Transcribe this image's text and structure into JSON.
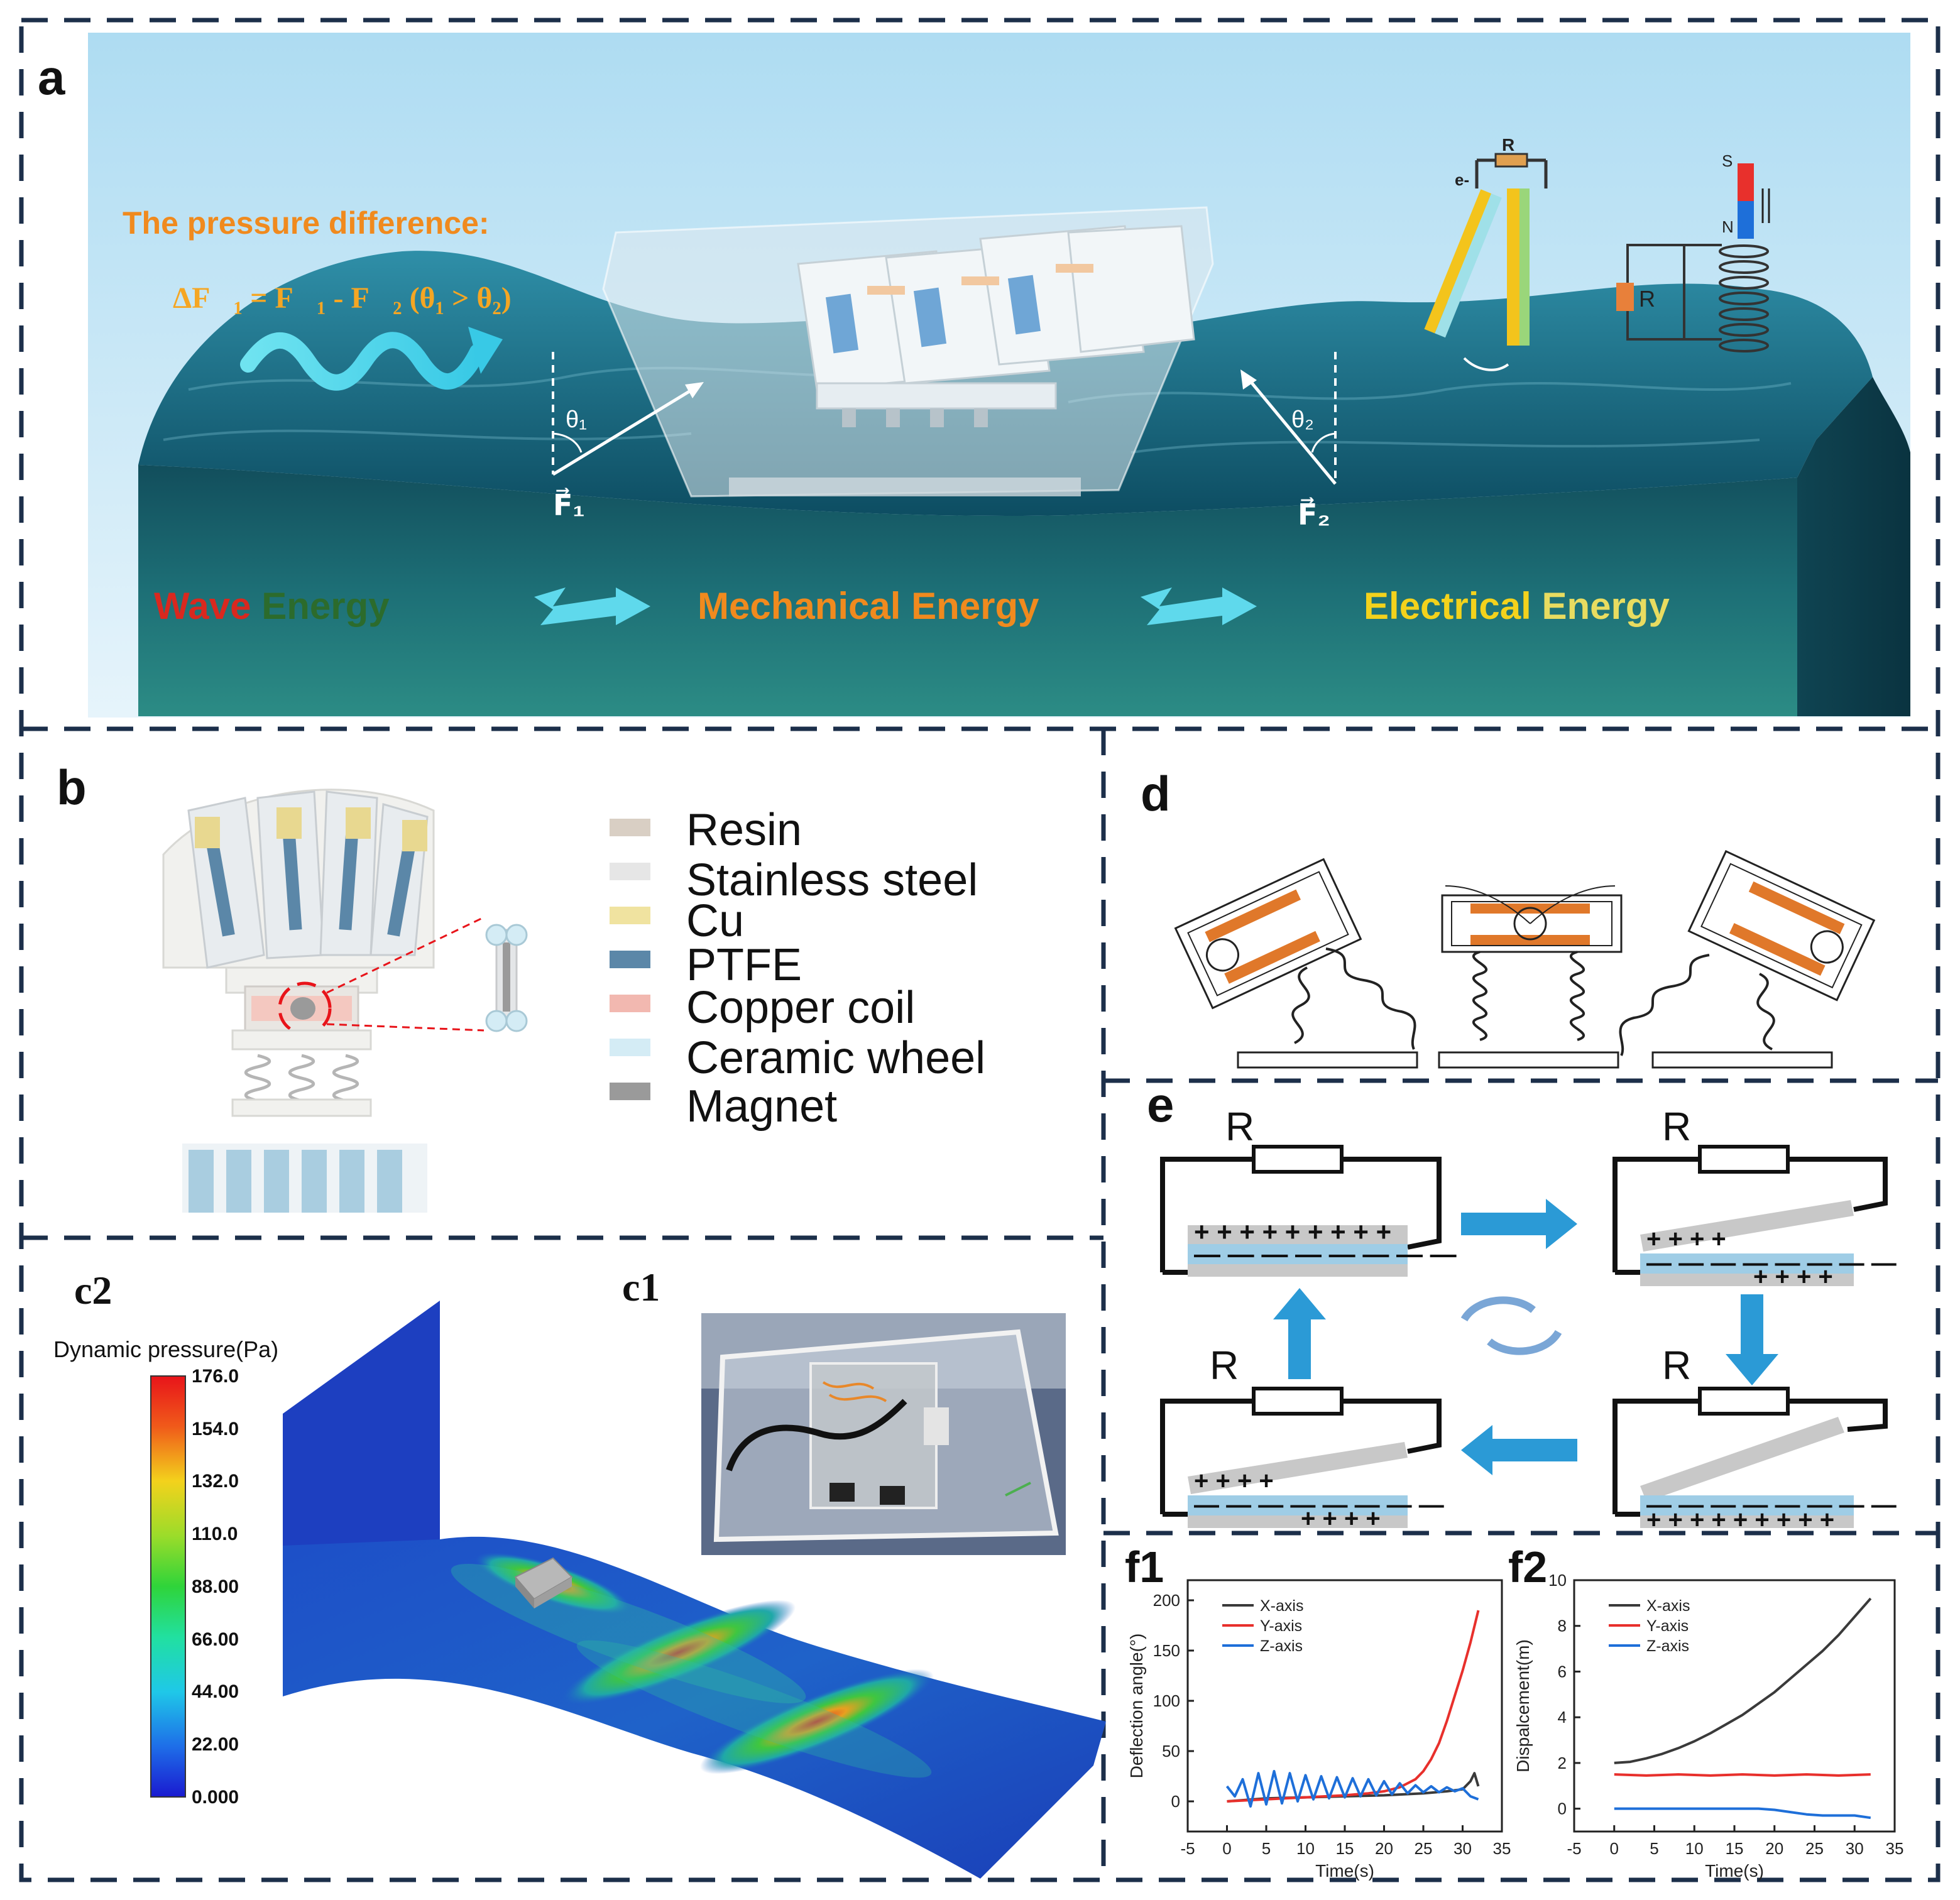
{
  "panel_labels": {
    "a": "a",
    "b": "b",
    "c1": "c1",
    "c2": "c2",
    "d": "d",
    "e": "e",
    "f1": "f1",
    "f2": "f2"
  },
  "panel_a": {
    "pressure_title": "The pressure difference:",
    "pressure_formula": "ΔF⃗₁ = F⃗₁ - F⃗₂ (θ₁ > θ₂)",
    "theta1": "θ₁",
    "theta2": "θ₂",
    "f1_label": "F⃗₁",
    "f2_label": "F⃗₂",
    "energy_labels": {
      "wave_word1": "Wave",
      "wave_word2": "Energy",
      "mechanical": "Mechanical Energy",
      "electrical_word1": "Electrical",
      "electrical_word2": "Energy"
    },
    "teng_resistor": "R",
    "electron": "e-",
    "emg_resistor": "R",
    "magnet_s": "S",
    "magnet_n": "N",
    "colors": {
      "wave_red": "#d9281f",
      "wave_green": "#2c6b2c",
      "mechanical": "#f08a1e",
      "electrical": "#f3d21c",
      "pressure_title": "#f08a1e",
      "formula": "#f5a623"
    }
  },
  "panel_b": {
    "legend": [
      {
        "label": "Resin",
        "color": "#d9cfc4"
      },
      {
        "label": "Stainless steel",
        "color": "#e6e6e6"
      },
      {
        "label": "Cu",
        "color": "#f0e3a0"
      },
      {
        "label": "PTFE",
        "color": "#5b87a8"
      },
      {
        "label": "Copper coil",
        "color": "#f2b8b0"
      },
      {
        "label": "Ceramic wheel",
        "color": "#d4ecf5"
      },
      {
        "label": "Magnet",
        "color": "#9a9a9a"
      }
    ]
  },
  "panel_c2": {
    "colorbar_title": "Dynamic pressure(Pa)",
    "ticks": [
      "176.0",
      "154.0",
      "132.0",
      "110.0",
      "88.00",
      "66.00",
      "44.00",
      "22.00",
      "0.000"
    ]
  },
  "panel_e": {
    "resistor_label": "R"
  },
  "chart_data": [
    {
      "type": "line",
      "panel": "f1",
      "xlabel": "Time(s)",
      "ylabel": "Deflection angle(°)",
      "xlim": [
        -5,
        35
      ],
      "ylim": [
        -30,
        220
      ],
      "xticks": [
        -5,
        0,
        5,
        10,
        15,
        20,
        25,
        30,
        35
      ],
      "yticks": [
        0,
        50,
        100,
        150,
        200
      ],
      "legend_position": "top-left",
      "series": [
        {
          "name": "X-axis",
          "color": "#3a3a3a",
          "x": [
            0,
            5,
            10,
            15,
            20,
            25,
            28,
            30,
            31,
            31.5,
            32
          ],
          "y": [
            0,
            3,
            4,
            5,
            6,
            8,
            10,
            12,
            20,
            28,
            15
          ]
        },
        {
          "name": "Y-axis",
          "color": "#e8302c",
          "x": [
            0,
            5,
            10,
            15,
            18,
            20,
            22,
            24,
            25,
            26,
            27,
            28,
            29,
            30,
            31,
            32
          ],
          "y": [
            0,
            2,
            4,
            6,
            8,
            10,
            14,
            22,
            30,
            42,
            58,
            80,
            105,
            130,
            158,
            190
          ]
        },
        {
          "name": "Z-axis",
          "color": "#1e6fd9",
          "x": [
            0,
            1,
            2,
            3,
            4,
            5,
            6,
            7,
            8,
            9,
            10,
            11,
            12,
            13,
            14,
            15,
            16,
            17,
            18,
            19,
            20,
            21,
            22,
            23,
            24,
            25,
            26,
            27,
            28,
            29,
            30,
            31,
            32
          ],
          "y": [
            15,
            5,
            22,
            -5,
            28,
            -3,
            30,
            -2,
            28,
            0,
            26,
            2,
            25,
            3,
            24,
            4,
            23,
            5,
            22,
            6,
            20,
            7,
            18,
            8,
            16,
            9,
            15,
            9,
            14,
            10,
            13,
            5,
            2
          ]
        }
      ]
    },
    {
      "type": "line",
      "panel": "f2",
      "xlabel": "Time(s)",
      "ylabel": "Dispalcement(m)",
      "xlim": [
        -5,
        35
      ],
      "ylim": [
        -1,
        10
      ],
      "xticks": [
        -5,
        0,
        5,
        10,
        15,
        20,
        25,
        30,
        35
      ],
      "yticks": [
        0,
        2,
        4,
        6,
        8,
        10
      ],
      "legend_position": "top-left",
      "series": [
        {
          "name": "X-axis",
          "color": "#3a3a3a",
          "x": [
            0,
            2,
            4,
            6,
            8,
            10,
            12,
            14,
            16,
            18,
            20,
            22,
            24,
            26,
            28,
            30,
            32
          ],
          "y": [
            2.0,
            2.05,
            2.2,
            2.4,
            2.65,
            2.95,
            3.3,
            3.7,
            4.1,
            4.6,
            5.1,
            5.7,
            6.3,
            6.9,
            7.6,
            8.4,
            9.2
          ]
        },
        {
          "name": "Y-axis",
          "color": "#e8302c",
          "x": [
            0,
            4,
            8,
            12,
            16,
            20,
            24,
            28,
            32
          ],
          "y": [
            1.5,
            1.45,
            1.5,
            1.45,
            1.5,
            1.45,
            1.5,
            1.45,
            1.5
          ]
        },
        {
          "name": "Z-axis",
          "color": "#1e6fd9",
          "x": [
            0,
            5,
            10,
            15,
            18,
            20,
            22,
            24,
            26,
            28,
            30,
            32
          ],
          "y": [
            0,
            0,
            0,
            0,
            0,
            -0.05,
            -0.15,
            -0.25,
            -0.3,
            -0.3,
            -0.3,
            -0.4
          ]
        }
      ]
    }
  ]
}
